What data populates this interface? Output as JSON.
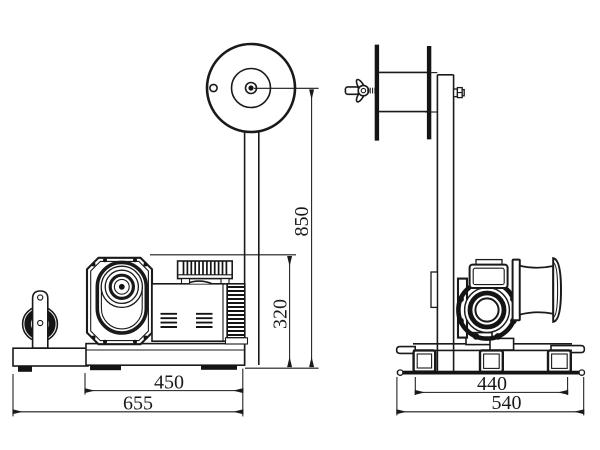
{
  "colors": {
    "ink": "#1a1a1a",
    "paper": "#ffffff"
  },
  "side_view": {
    "dim_inner_base_width": "450",
    "dim_overall_length": "655",
    "dim_overall_height": "850",
    "dim_body_height": "320"
  },
  "front_view": {
    "dim_foot_spacing": "440",
    "dim_base_width": "540"
  }
}
